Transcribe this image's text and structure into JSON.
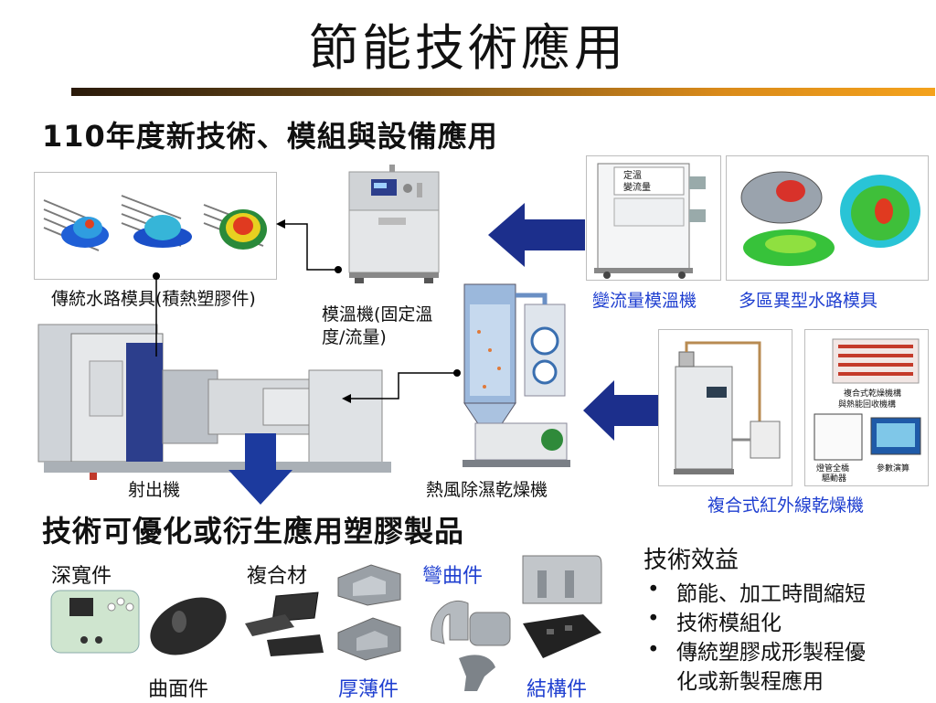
{
  "title": "節能技術應用",
  "section1_heading": "110年度新技術、模組與設備應用",
  "labels": {
    "traditional_mold": "傳統水路模具(積熱塑膠件)",
    "mold_temp_controller": "模溫機(固定溫度/流量)",
    "injection_machine": "射出機",
    "hot_air_dryer": "熱風除濕乾燥機",
    "variable_flow_controller": "變流量模溫機",
    "multi_zone_mold": "多區異型水路模具",
    "infrared_dryer": "複合式紅外線乾燥機",
    "controller_panel_text": "定溫\n變流量",
    "dryer_annotation_1": "複合式乾燥機構",
    "dryer_annotation_2": "與熱能回收機構",
    "dryer_annotation_3": "燈管全橋",
    "dryer_annotation_4": "驅動器",
    "dryer_annotation_5": "參數演算"
  },
  "section2_heading": "技術可優化或衍生應用塑膠製品",
  "products": {
    "deep_wide": "深寬件",
    "curved": "曲面件",
    "composite": "複合材",
    "thick_thin": "厚薄件",
    "bent": "彎曲件",
    "structural": "結構件"
  },
  "benefits": {
    "heading": "技術效益",
    "items": [
      "節能、加工時間縮短",
      "技術模組化",
      "傳統塑膠成形製程優",
      "化或新製程應用"
    ]
  },
  "colors": {
    "accent_blue": "#1f3fd0",
    "arrow_navy": "#1c2f8c",
    "rule_orange": "#f4a21c"
  }
}
